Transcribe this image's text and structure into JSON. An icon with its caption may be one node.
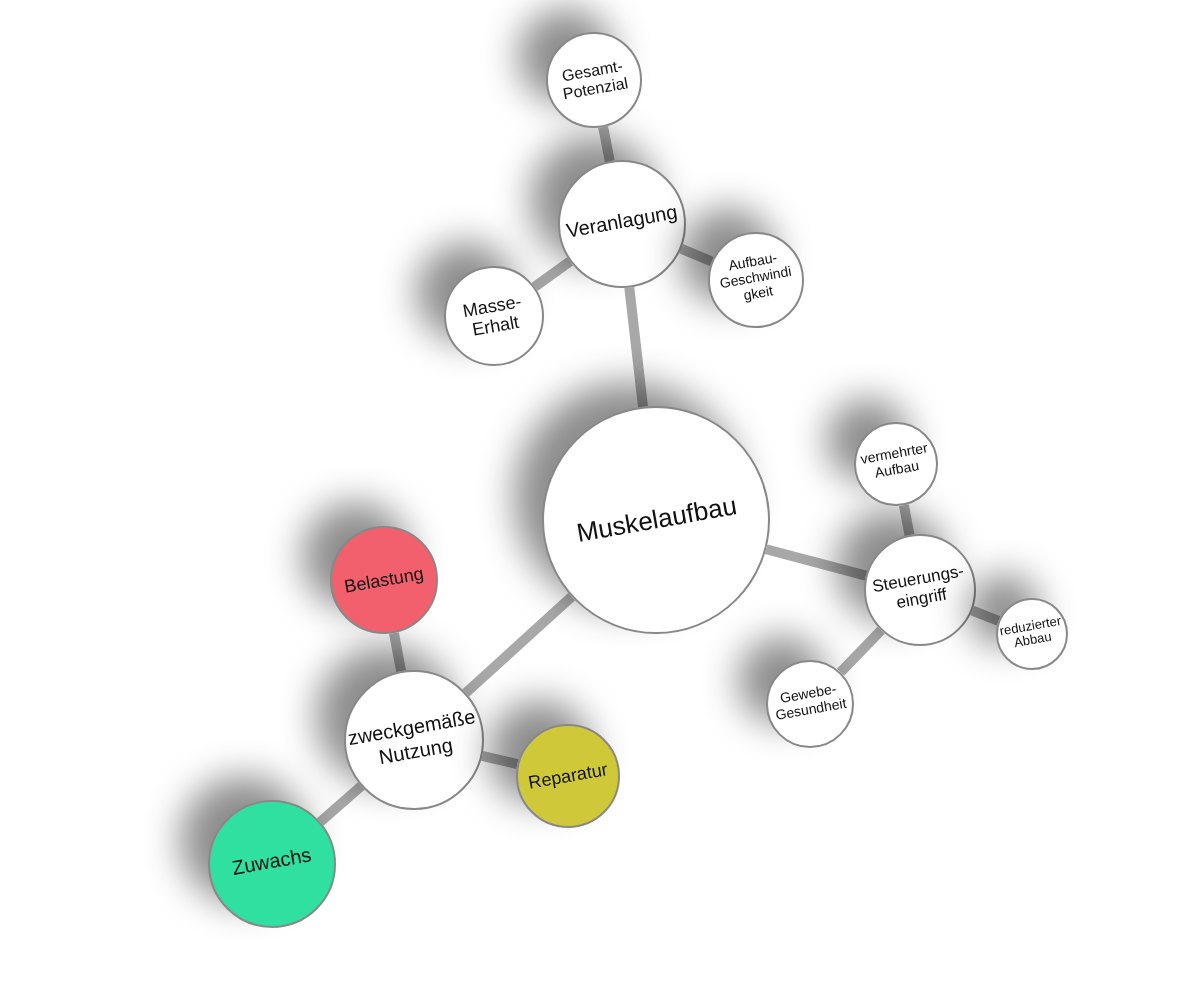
{
  "diagram": {
    "nodes": [
      {
        "text": [
          "Muskelaufbau"
        ]
      },
      {
        "text": [
          "Veranlagung"
        ]
      },
      {
        "text": [
          "Gesamt-Potenzial"
        ]
      },
      {
        "text": [
          "Masse-Erhalt"
        ]
      },
      {
        "text": [
          "Aufbau-Geschwindigkeit"
        ]
      },
      {
        "text": [
          "Steuerungs-eingriff"
        ]
      },
      {
        "text": [
          "vermehrter Aufbau"
        ]
      },
      {
        "text": [
          "reduzierter Abbau"
        ]
      },
      {
        "text": [
          "Gewebe-Gesundheit"
        ]
      },
      {
        "text": [
          "zweckgemäße Nutzung"
        ]
      },
      {
        "text": [
          "Belastung"
        ]
      },
      {
        "text": [
          "Reparatur"
        ]
      },
      {
        "text": [
          "Zuwachs"
        ]
      }
    ],
    "edges": [
      {
        "from": 0,
        "to": 1,
        "arrow": "none"
      },
      {
        "from": 1,
        "to": 2,
        "arrow": "none"
      },
      {
        "from": 1,
        "to": 3,
        "arrow": "none"
      },
      {
        "from": 1,
        "to": 4,
        "arrow": "none"
      },
      {
        "from": 0,
        "to": 5,
        "arrow": "none"
      },
      {
        "from": 5,
        "to": 6,
        "arrow": "none"
      },
      {
        "from": 5,
        "to": 7,
        "arrow": "none"
      },
      {
        "from": 5,
        "to": 8,
        "arrow": "none"
      },
      {
        "from": 0,
        "to": 9,
        "arrow": "none"
      },
      {
        "from": 9,
        "to": 10,
        "arrow": "none"
      },
      {
        "from": 9,
        "to": 11,
        "arrow": "none"
      },
      {
        "from": 9,
        "to": 12,
        "arrow": "none"
      }
    ]
  }
}
